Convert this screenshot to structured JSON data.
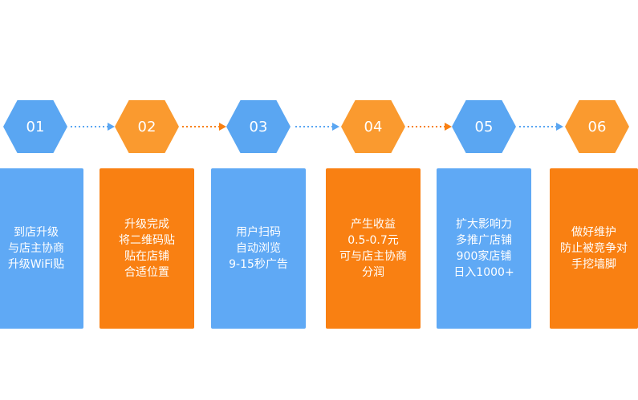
{
  "steps": [
    {
      "num": "01",
      "lines": [
        "到店升级",
        "与店主协商",
        "升级WiFi贴"
      ],
      "color": "blue"
    },
    {
      "num": "02",
      "lines": [
        "升级完成",
        "将二维码贴",
        "贴在店铺",
        "合适位置"
      ],
      "color": "orange"
    },
    {
      "num": "03",
      "lines": [
        "用户扫码",
        "自动浏览",
        "9-15秒广告"
      ],
      "color": "blue"
    },
    {
      "num": "04",
      "lines": [
        "产生收益",
        "0.5-0.7元",
        "可与店主协商",
        "分润"
      ],
      "color": "orange"
    },
    {
      "num": "05",
      "lines": [
        "扩大影响力",
        "多推广店铺",
        "900家店铺",
        "日入1000+"
      ],
      "color": "blue"
    },
    {
      "num": "06",
      "lines": [
        "做好维护",
        "防止被竞争对",
        "手挖墙脚"
      ],
      "color": "orange"
    }
  ],
  "colors": {
    "blue": "#5aa6f2",
    "orange": "#f98012"
  }
}
